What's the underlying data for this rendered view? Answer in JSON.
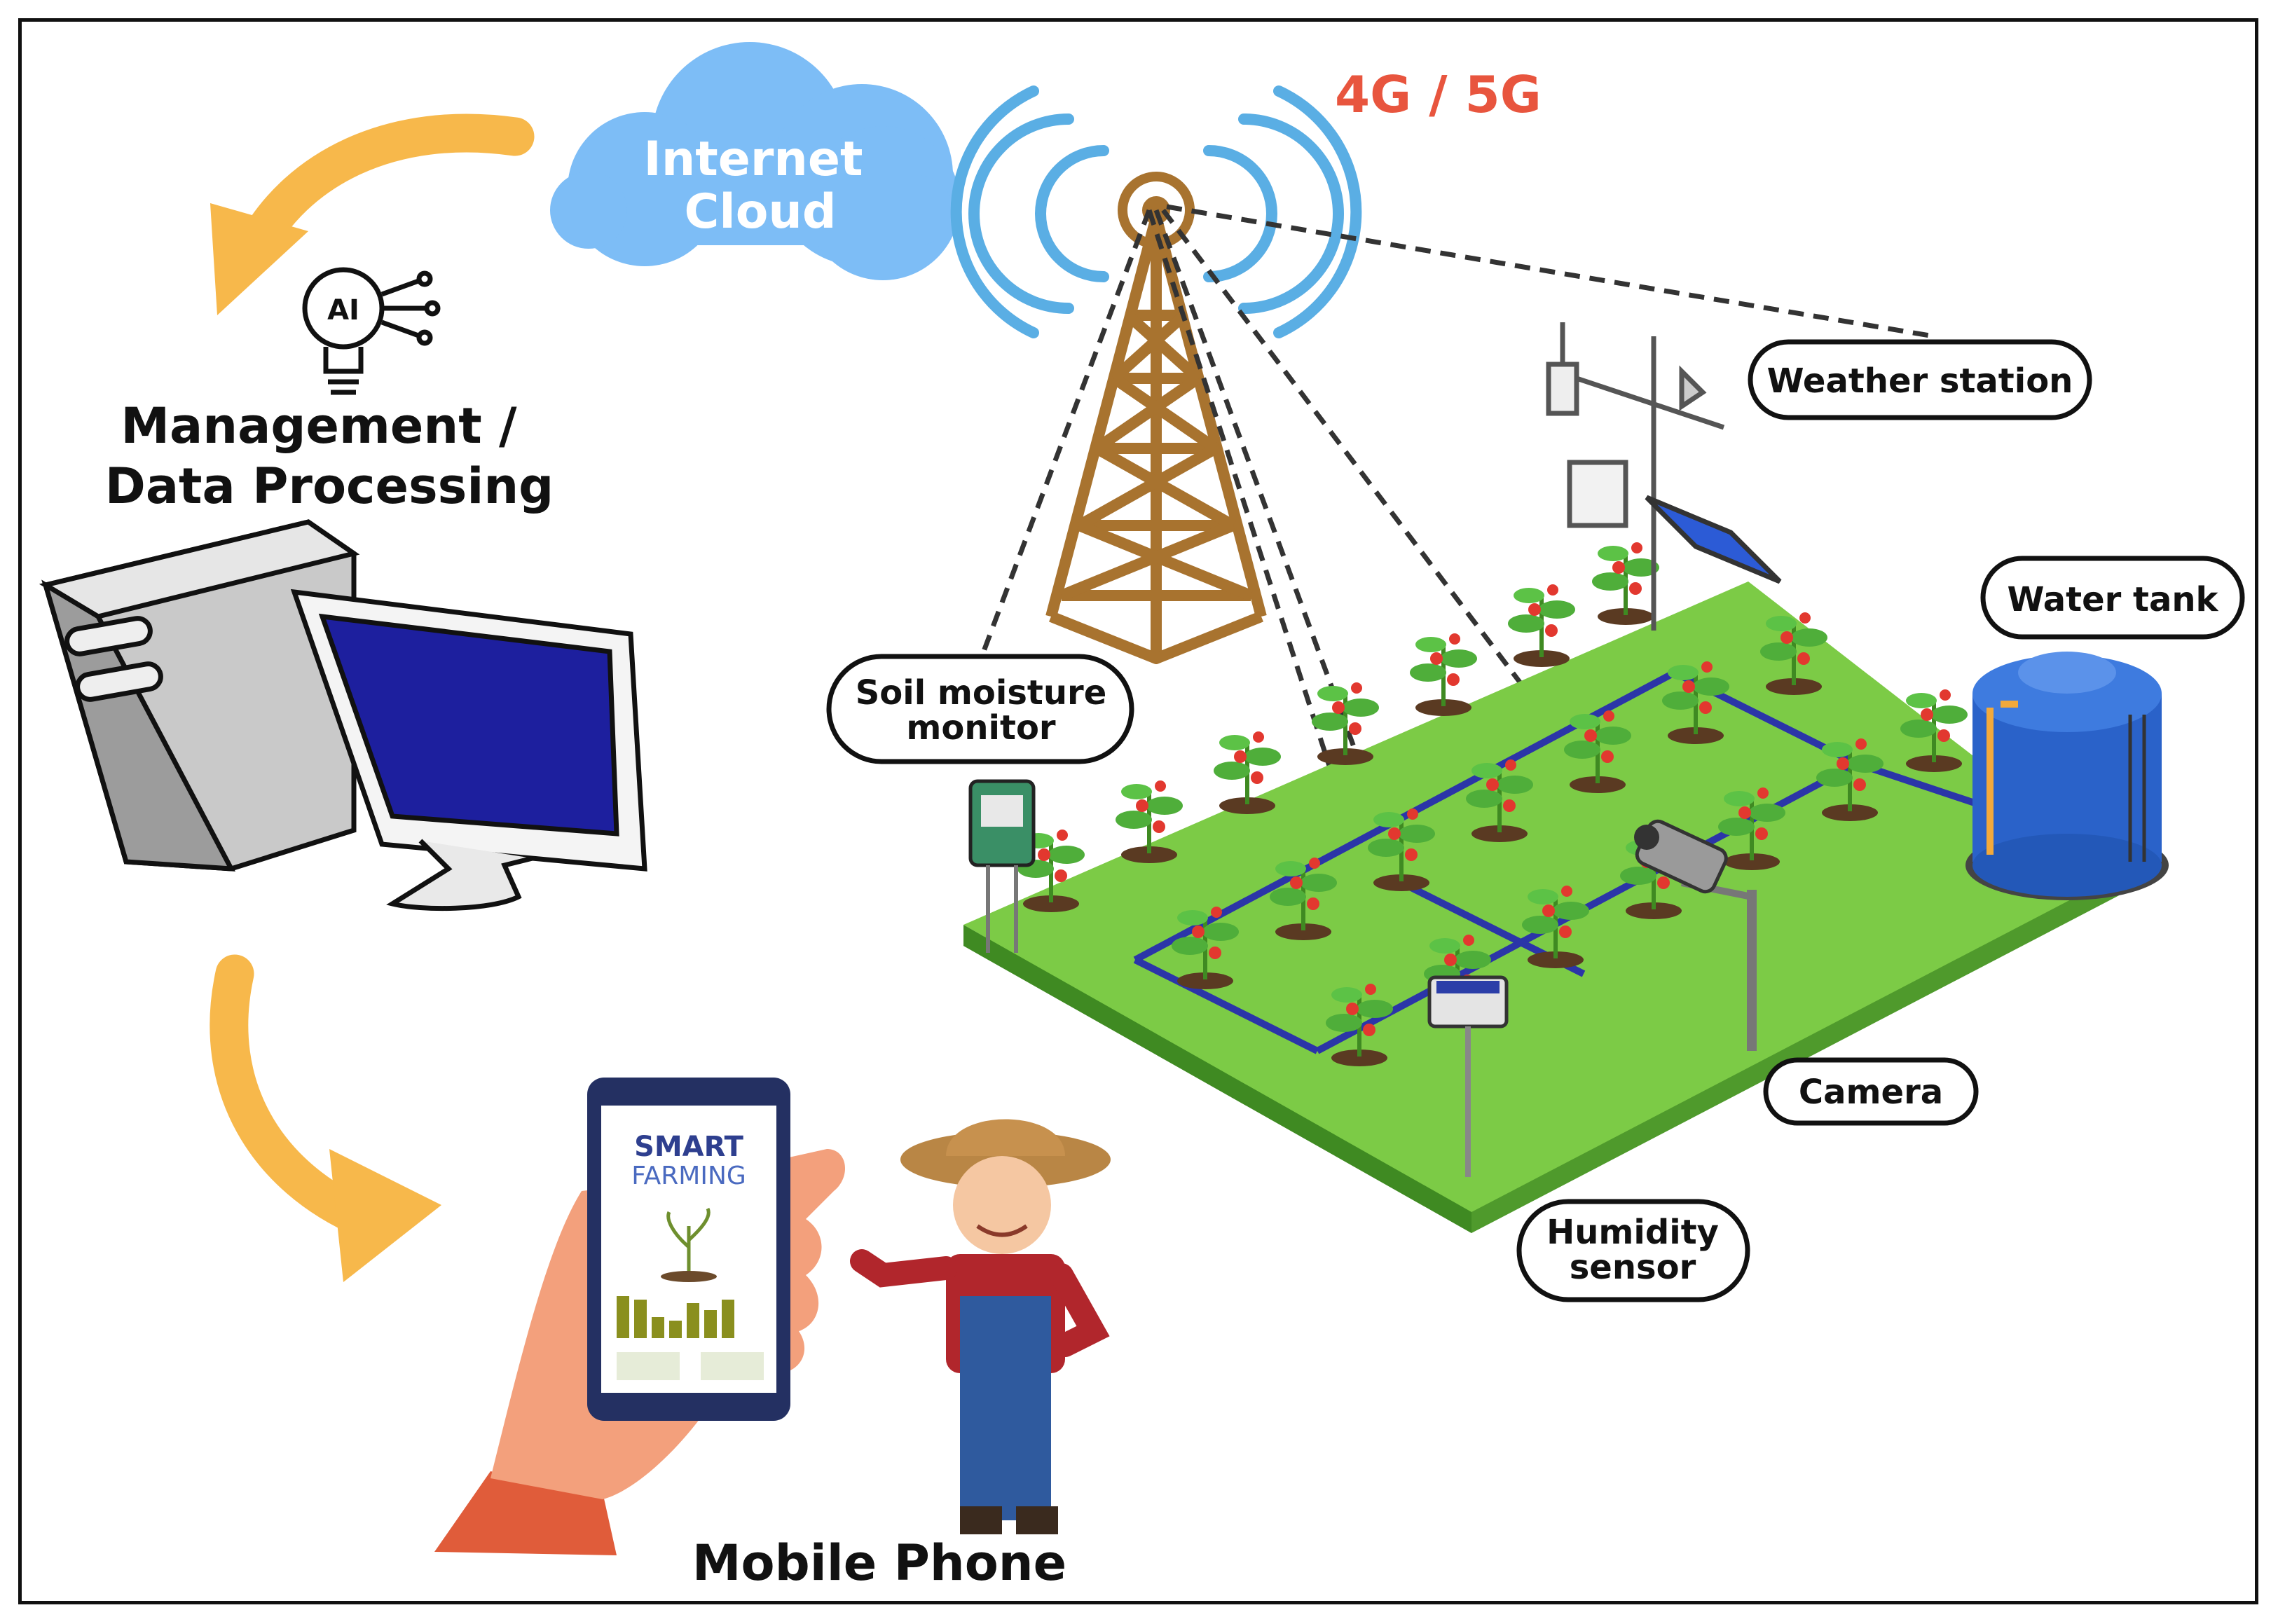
{
  "labels": {
    "cloud_line1": "Internet",
    "cloud_line2": "Cloud",
    "network": "4G / 5G",
    "management_line1": "Management /",
    "management_line2": "Data Processing",
    "ai_badge": "AI",
    "weather_station": "Weather station",
    "water_tank": "Water tank",
    "soil_line1": "Soil moisture",
    "soil_line2": "monitor",
    "camera": "Camera",
    "humidity_line1": "Humidity",
    "humidity_line2": "sensor",
    "mobile_phone": "Mobile Phone",
    "phone_title1": "SMART",
    "phone_title2": "FARMING"
  },
  "colors": {
    "cloud": "#7dbdf6",
    "network_text": "#e8553e",
    "signal": "#5aaee4",
    "tower": "#a8732f",
    "arrow": "#f7b84b",
    "field": "#7ccb46",
    "field_side": "#4f9a2c",
    "pipe": "#2b35a8",
    "tank": "#2a62c9",
    "monitor_screen": "#1d1f9e"
  }
}
